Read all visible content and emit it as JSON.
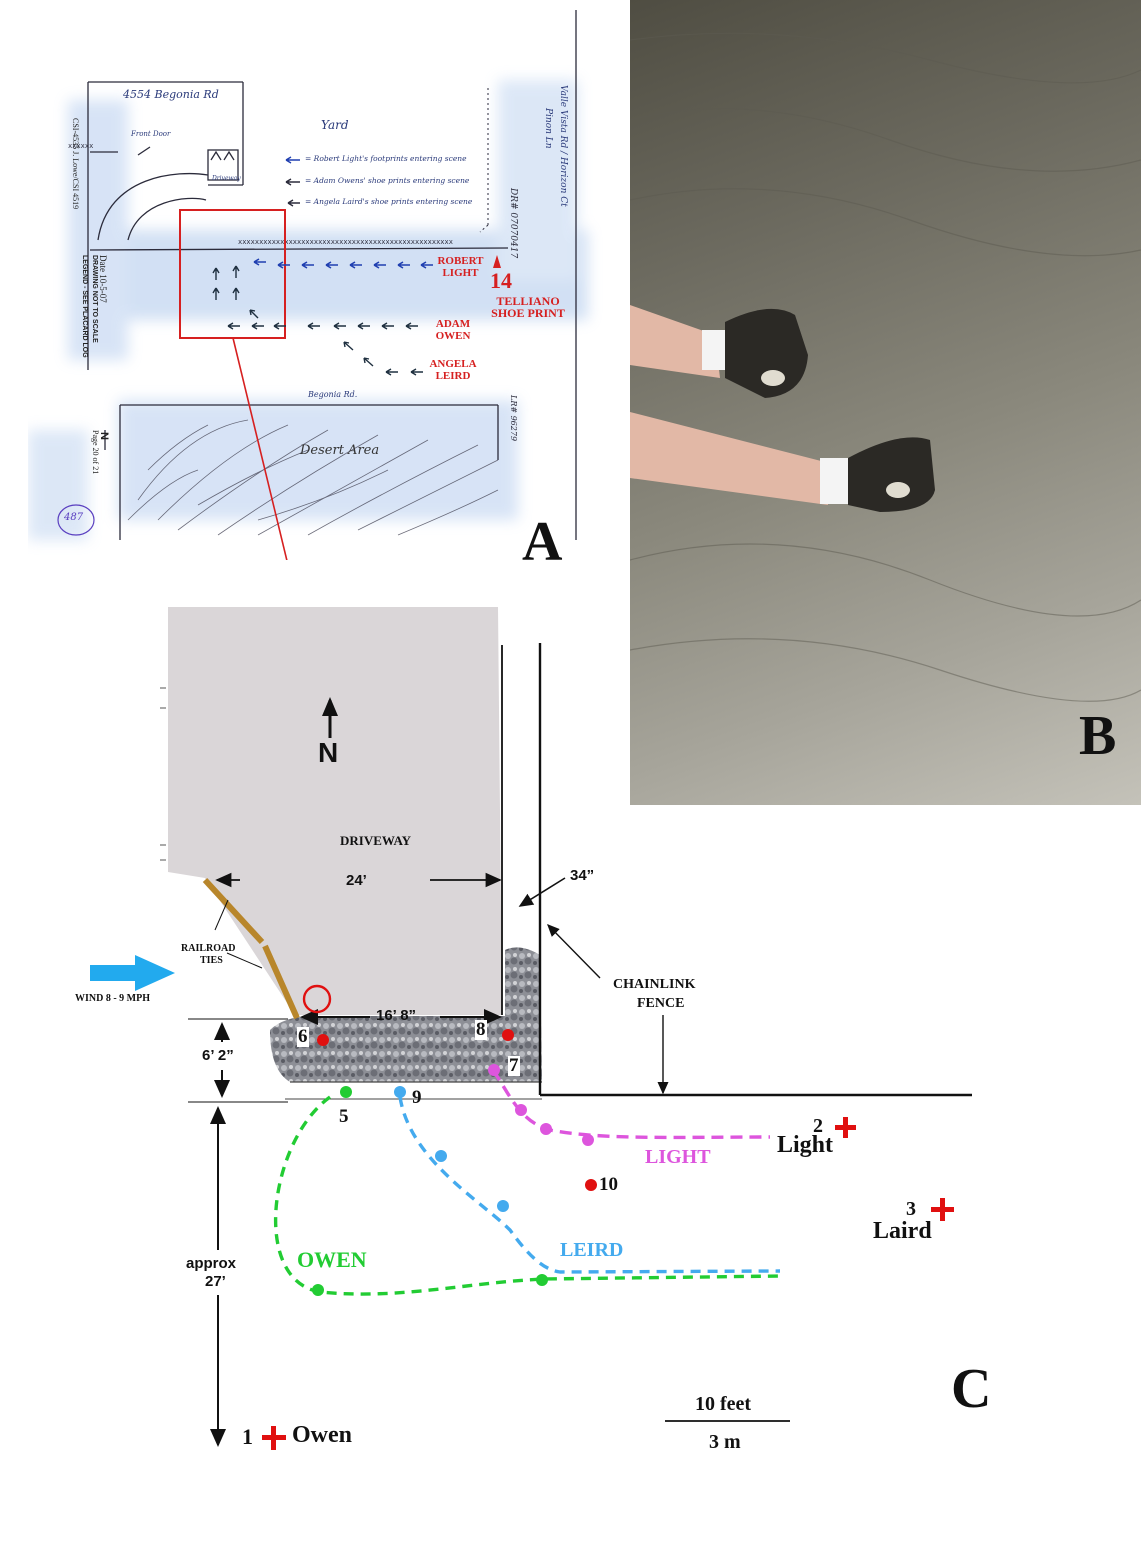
{
  "panels": {
    "a": "A",
    "b": "B",
    "c": "C"
  },
  "sketch": {
    "address": "4554 Begonia Rd",
    "yard": "Yard",
    "front_door": "Front Door",
    "driveway_small": "Driveway",
    "legend": [
      "= Robert Light's footprints entering scene",
      "= Adam Owens' shoe prints entering scene",
      "= Angela Laird's shoe prints entering scene"
    ],
    "street_right": "Valle Vista Rd / Horizon Ct",
    "street_right_2": "Pinon Ln",
    "dr_right": "DR# 07070417",
    "street_bottom": "Begonia Rd.",
    "desert": "Desert Area",
    "robert_light": "ROBERT LIGHT",
    "adam_owen": "ADAM OWEN",
    "angela_leird": "ANGELA LEIRD",
    "print_number": "14",
    "telliano": "TELLIANO SHOE PRINT",
    "csi": "CSI-4535 J. Lowe/CSI 4519",
    "date_left": "Date 10-5-07",
    "not_to_scale": "DRAWING NOT TO SCALE",
    "legend_note": "LEGEND - SEE PLACARD LOG",
    "north": "N",
    "page": "Page 20 of 21",
    "lr": "LR# 96279",
    "circled": "487"
  },
  "diagram": {
    "north": "N",
    "driveway": "DRIVEWAY",
    "width_24": "24’",
    "dim_34": "34”",
    "railroad": "RAILROAD",
    "ties": "TIES",
    "wind": "WIND 8 - 9 MPH",
    "chainlink": "CHAINLINK",
    "fence": "FENCE",
    "width_16": "16’ 8”",
    "dim_6": "6’ 2”",
    "approx": "approx",
    "dim_27": "27’",
    "points": {
      "p5": "5",
      "p6": "6",
      "p7": "7",
      "p8": "8",
      "p9": "9",
      "p10": "10"
    },
    "light": "LIGHT",
    "leird": "LEIRD",
    "owen": "OWEN",
    "pos1": "1",
    "pos2": "2",
    "pos3": "3",
    "owen_name": "Owen",
    "light_name": "Light",
    "laird_name": "Laird",
    "scale_ft": "10 feet",
    "scale_m": "3 m"
  },
  "colors": {
    "owen": "#22cc33",
    "leird": "#44aaee",
    "light": "#dd55dd",
    "evidence": "#e01010",
    "crosses": "#e01010",
    "railroad": "#b8862b",
    "wind": "#22aaee",
    "sketch_ink": "#1f3fb0",
    "sketch_red": "#d62020"
  }
}
